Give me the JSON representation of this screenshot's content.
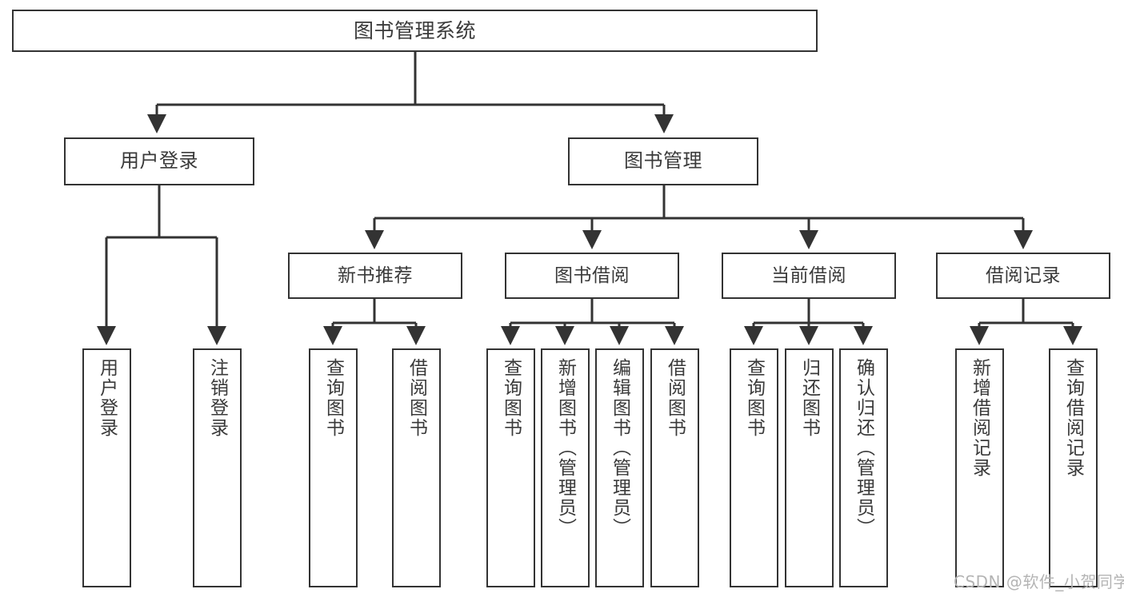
{
  "diagram": {
    "title": "图书管理系统",
    "type": "hierarchy-tree",
    "root": {
      "label": "图书管理系统"
    },
    "level1": [
      {
        "label": "用户登录"
      },
      {
        "label": "图书管理"
      }
    ],
    "level2": [
      {
        "label": "新书推荐"
      },
      {
        "label": "图书借阅"
      },
      {
        "label": "当前借阅"
      },
      {
        "label": "借阅记录"
      }
    ],
    "leaves": {
      "user_login": [
        {
          "label": "用户登录"
        },
        {
          "label": "注销登录"
        }
      ],
      "new_book_recommend": [
        {
          "label": "查询图书"
        },
        {
          "label": "借阅图书"
        }
      ],
      "book_borrow": [
        {
          "label": "查询图书"
        },
        {
          "label": "新增图书（管理员）"
        },
        {
          "label": "编辑图书（管理员）"
        },
        {
          "label": "借阅图书"
        }
      ],
      "current_borrow": [
        {
          "label": "查询图书"
        },
        {
          "label": "归还图书"
        },
        {
          "label": "确认归还（管理员）"
        }
      ],
      "borrow_record": [
        {
          "label": "新增借阅记录"
        },
        {
          "label": "查询借阅记录"
        }
      ]
    }
  },
  "watermark": {
    "text": "CSDN @软件_小贺同学"
  },
  "colors": {
    "line": "#333333",
    "box_border": "#333333",
    "text": "#3a3a3a",
    "background": "#ffffff",
    "watermark": "#b4b4b4"
  }
}
